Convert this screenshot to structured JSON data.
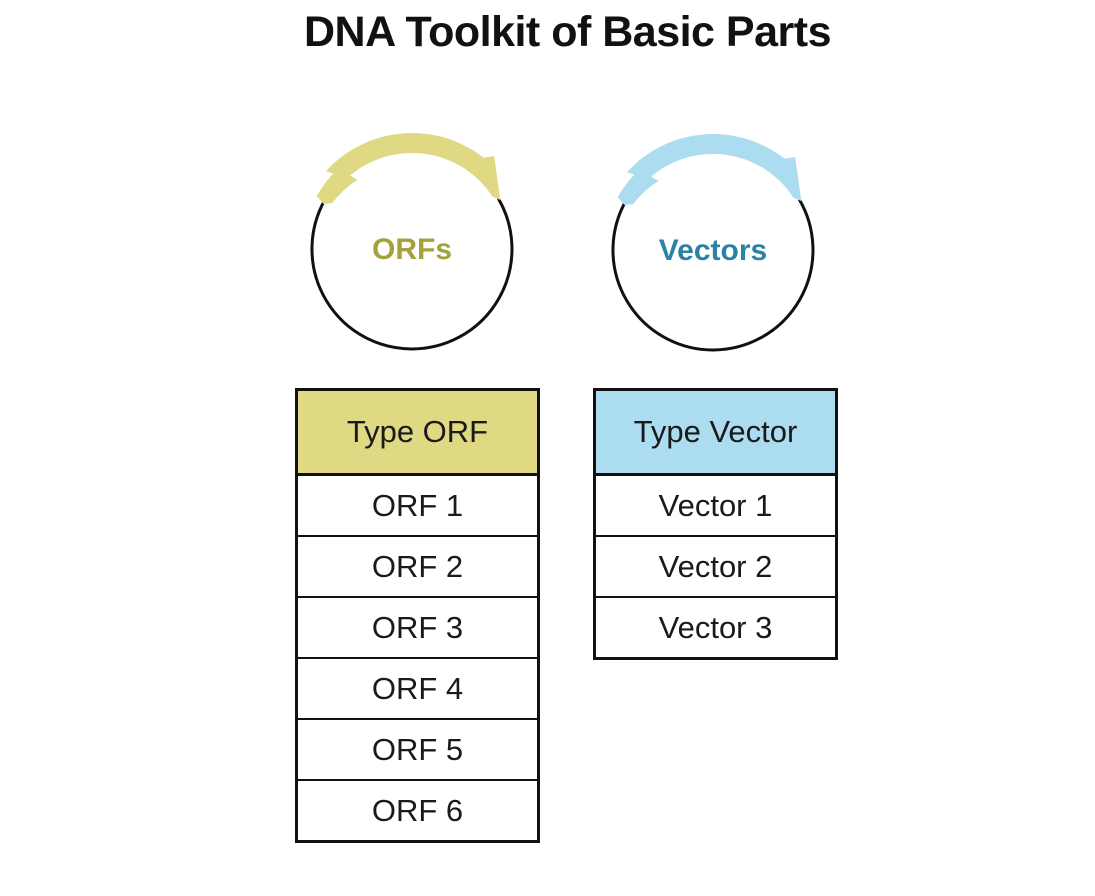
{
  "title": "DNA Toolkit of Basic Parts",
  "colors": {
    "orf_accent": "#ded982",
    "orf_text": "#a6a23b",
    "vector_accent": "#abdcef",
    "vector_text": "#2c81a6",
    "line": "#111111",
    "text": "#1a1a1a"
  },
  "plasmids": [
    {
      "label": "ORFs"
    },
    {
      "label": "Vectors"
    }
  ],
  "tables": [
    {
      "header": "Type ORF",
      "rows": [
        "ORF 1",
        "ORF 2",
        "ORF 3",
        "ORF 4",
        "ORF 5",
        "ORF 6"
      ]
    },
    {
      "header": "Type Vector",
      "rows": [
        "Vector 1",
        "Vector 2",
        "Vector 3"
      ]
    }
  ]
}
